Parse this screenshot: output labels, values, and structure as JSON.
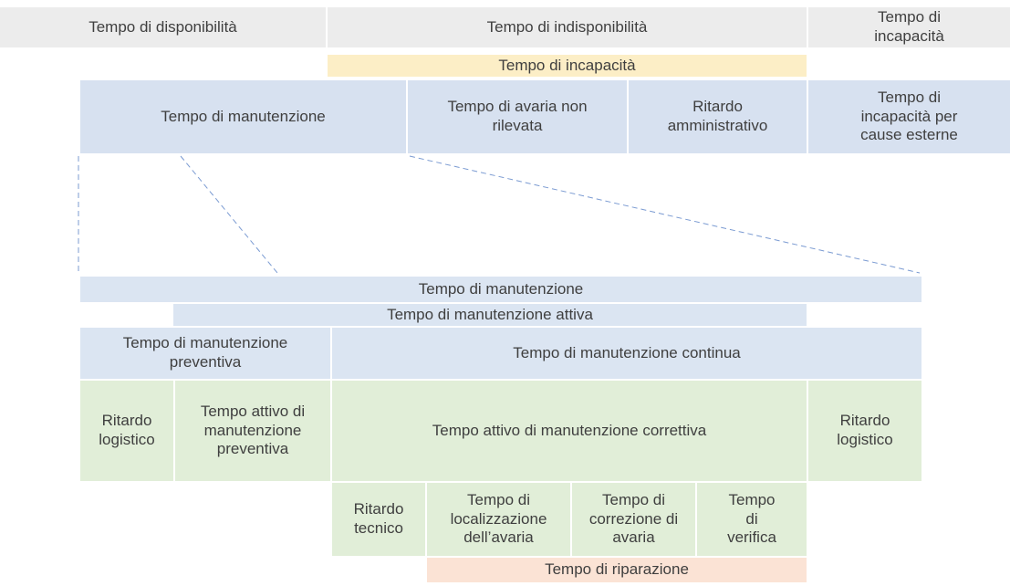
{
  "colors": {
    "gray": "#ececec",
    "yellow": "#fceec6",
    "blue": "#d7e1f0",
    "blue-light": "#dbe5f2",
    "green": "#e1eed8",
    "peach": "#fbe3d5",
    "text": "#3f3f3f",
    "dash": "#7b9bd2"
  },
  "boxes": {
    "disponibilita": "Tempo di disponibilità",
    "indisponibilita": "Tempo di indisponibilità",
    "incapacita_top": "Tempo di incapacità",
    "incapacita_banda": "Tempo di incapacità",
    "manutenzione": "Tempo di manutenzione",
    "avaria_non_rilevata": "Tempo di avaria non rilevata",
    "ritardo_amministrativo": "Ritardo amministrativo",
    "incapacita_esterne": "Tempo di incapacità per cause esterne",
    "manutenzione_espansa": "Tempo di manutenzione",
    "manutenzione_attiva": "Tempo di manutenzione attiva",
    "manutenzione_preventiva": "Tempo di manutenzione preventiva",
    "manutenzione_continua": "Tempo di manutenzione continua",
    "ritardo_logistico_sx": "Ritardo logistico",
    "attivo_preventiva": "Tempo attivo di manutenzione preventiva",
    "attivo_correttiva": "Tempo attivo di manutenzione correttiva",
    "ritardo_logistico_dx": "Ritardo logistico",
    "ritardo_tecnico": "Ritardo tecnico",
    "localizzazione_avaria": "Tempo di localizzazione dell’avaria",
    "correzione_avaria": "Tempo di correzione di avaria",
    "verifica": "Tempo di verifica",
    "riparazione": "Tempo di riparazione"
  }
}
